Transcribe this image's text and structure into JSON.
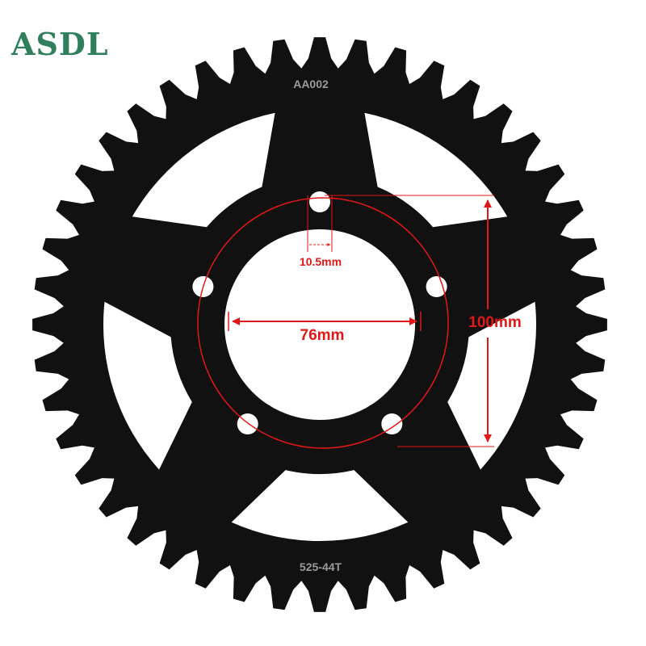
{
  "brand": {
    "name": "ASDL",
    "color": "#2f7f5c"
  },
  "sprocket": {
    "part_code": "AA002",
    "size_code": "525-44T",
    "teeth": 44,
    "bolt_holes": 5,
    "body_color": "#111111"
  },
  "dimensions": {
    "hole_diameter": "10.5mm",
    "bore_diameter": "76mm",
    "bolt_circle": "100mm",
    "line_color": "#e01818"
  }
}
